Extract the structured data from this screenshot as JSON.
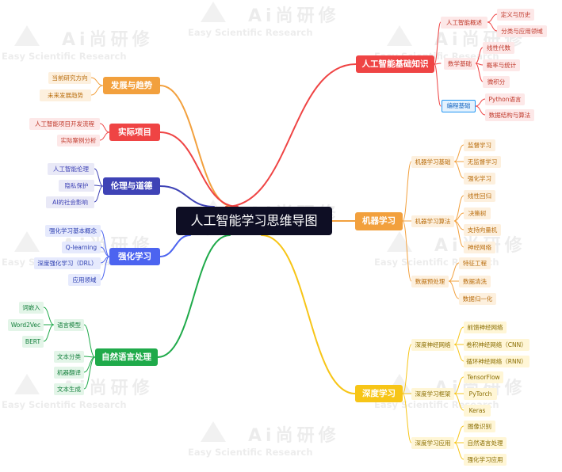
{
  "watermark": {
    "brand": "Ai尚研修",
    "tagline": "Easy Scientific Research"
  },
  "center": {
    "title": "人工智能学习思维导图"
  },
  "colors": {
    "red": "#ef4444",
    "redLight": "#fde8e8",
    "orange": "#f2a03d",
    "orangeLight": "#fdf0de",
    "indigo": "#3f43b6",
    "indigoLight": "#e9e9f7",
    "blue": "#4c64f0",
    "blueLight": "#e6eafd",
    "green": "#1faa4a",
    "greenLight": "#e3f5e8",
    "yellow": "#f7c517",
    "yellowLight": "#fff6d6",
    "darkText": "#333333"
  },
  "mindmap": {
    "ai_basics": {
      "label": "人工智能基础知识",
      "subs": [
        {
          "label": "人工智能概述",
          "leaves": [
            "定义与历史",
            "分类与应用领域"
          ]
        },
        {
          "label": "数学基础",
          "leaves": [
            "线性代数",
            "概率与统计",
            "微积分"
          ]
        },
        {
          "label": "编程基础",
          "leaves": [
            "Python语言",
            "数据结构与算法"
          ]
        }
      ]
    },
    "ml": {
      "label": "机器学习",
      "subs": [
        {
          "label": "机器学习基础",
          "leaves": [
            "监督学习",
            "无监督学习",
            "强化学习"
          ]
        },
        {
          "label": "机器学习算法",
          "leaves": [
            "线性回归",
            "决策树",
            "支持向量机",
            "神经网络"
          ]
        },
        {
          "label": "数据预处理",
          "leaves": [
            "特征工程",
            "数据清洗",
            "数据归一化"
          ]
        }
      ]
    },
    "dl": {
      "label": "深度学习",
      "subs": [
        {
          "label": "深度神经网络",
          "leaves": [
            "前馈神经网络",
            "卷积神经网络（CNN）",
            "循环神经网络（RNN）"
          ]
        },
        {
          "label": "深度学习框架",
          "leaves": [
            "TensorFlow",
            "PyTorch",
            "Keras"
          ]
        },
        {
          "label": "深度学习应用",
          "leaves": [
            "图像识别",
            "自然语言处理",
            "强化学习应用"
          ]
        }
      ]
    },
    "trends": {
      "label": "发展与趋势",
      "leaves": [
        "当前研究方向",
        "未来发展趋势"
      ]
    },
    "projects": {
      "label": "实际项目",
      "leaves": [
        "人工智能项目开发流程",
        "实际案例分析"
      ]
    },
    "ethics": {
      "label": "伦理与道德",
      "leaves": [
        "人工智能伦理",
        "隐私保护",
        "AI的社会影响"
      ]
    },
    "rl": {
      "label": "强化学习",
      "leaves": [
        "强化学习基本概念",
        "Q-learning",
        "深度强化学习（DRL）",
        "应用领域"
      ]
    },
    "nlp": {
      "label": "自然语言处理",
      "subs": [
        {
          "label": "语言模型",
          "leaves": [
            "词嵌入",
            "Word2Vec",
            "BERT"
          ]
        },
        {
          "label": "文本分类",
          "leaves": []
        },
        {
          "label": "机器翻译",
          "leaves": []
        },
        {
          "label": "文本生成",
          "leaves": []
        }
      ]
    }
  }
}
